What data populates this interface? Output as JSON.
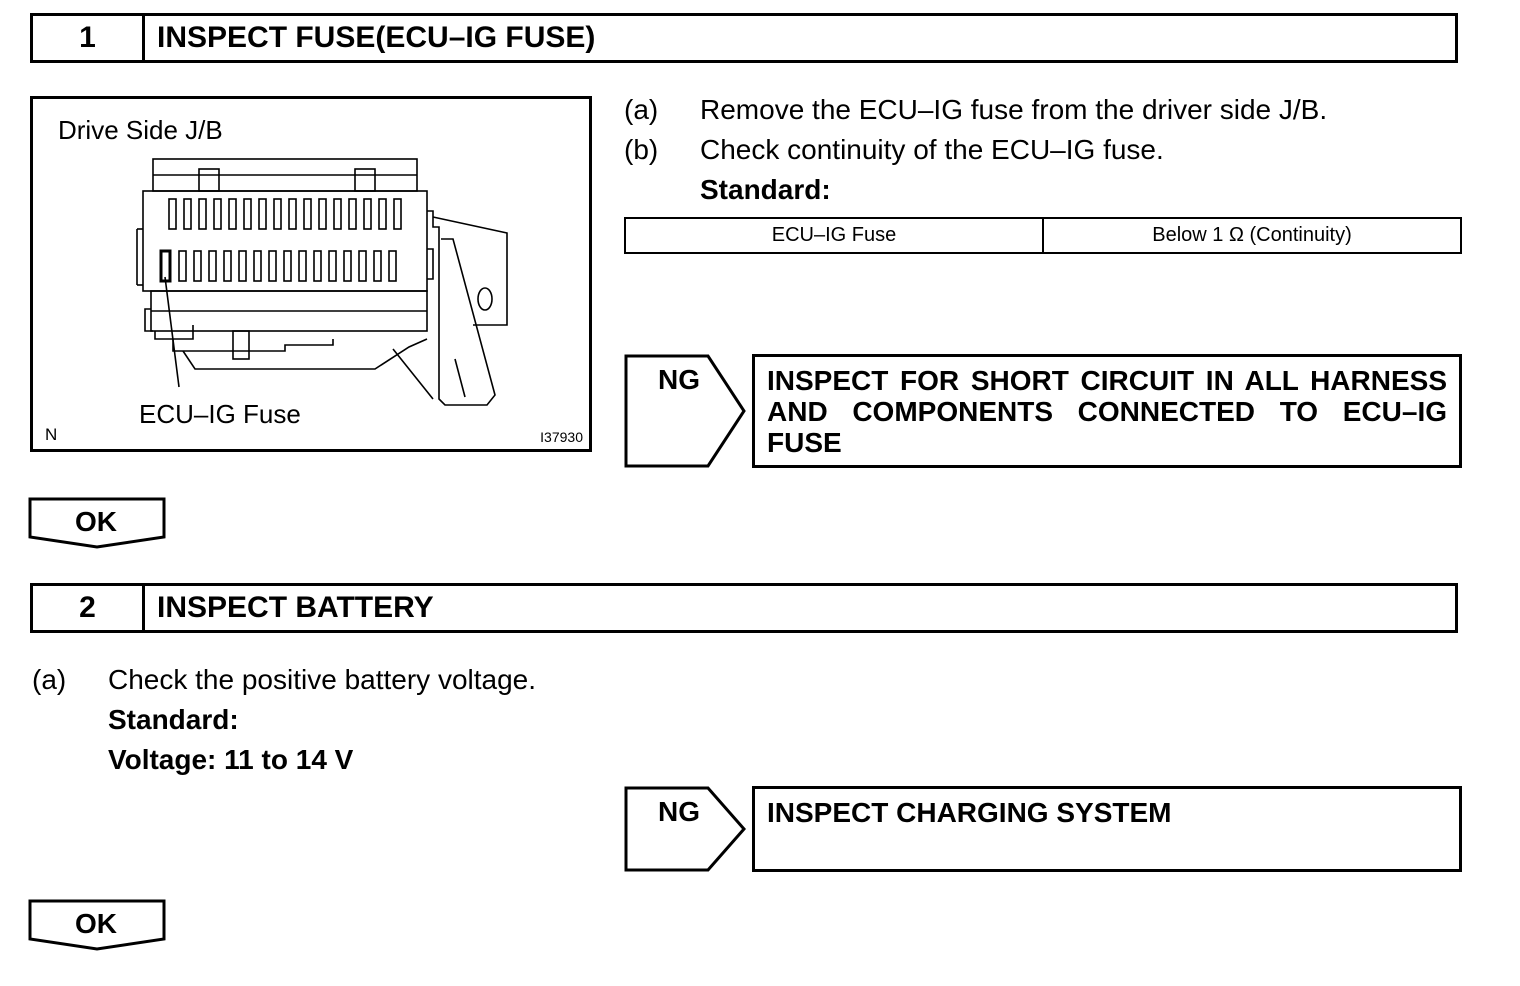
{
  "step1": {
    "number": "1",
    "title": "INSPECT FUSE(ECU–IG FUSE)",
    "instructions": [
      {
        "marker": "(a)",
        "text": "Remove the ECU–IG fuse from the driver side J/B."
      },
      {
        "marker": "(b)",
        "text": "Check continuity of the ECU–IG fuse."
      }
    ],
    "standard_label": "Standard:",
    "standard_table": {
      "item": "ECU–IG Fuse",
      "value": "Below 1 Ω (Continuity)"
    },
    "figure": {
      "title": "Drive Side J/B",
      "callout": "ECU–IG Fuse",
      "corner_label": "N",
      "figure_id": "I37930"
    },
    "ng": {
      "label": "NG",
      "action": "INSPECT FOR SHORT CIRCUIT IN ALL HARNESS AND COMPONENTS CONNECTED TO ECU–IG FUSE"
    },
    "ok_label": "OK"
  },
  "step2": {
    "number": "2",
    "title": "INSPECT BATTERY",
    "instructions": [
      {
        "marker": "(a)",
        "text": "Check the positive battery voltage."
      }
    ],
    "standard_label": "Standard:",
    "standard_value": "Voltage: 11 to 14 V",
    "ng": {
      "label": "NG",
      "action": "INSPECT CHARGING SYSTEM"
    },
    "ok_label": "OK"
  }
}
